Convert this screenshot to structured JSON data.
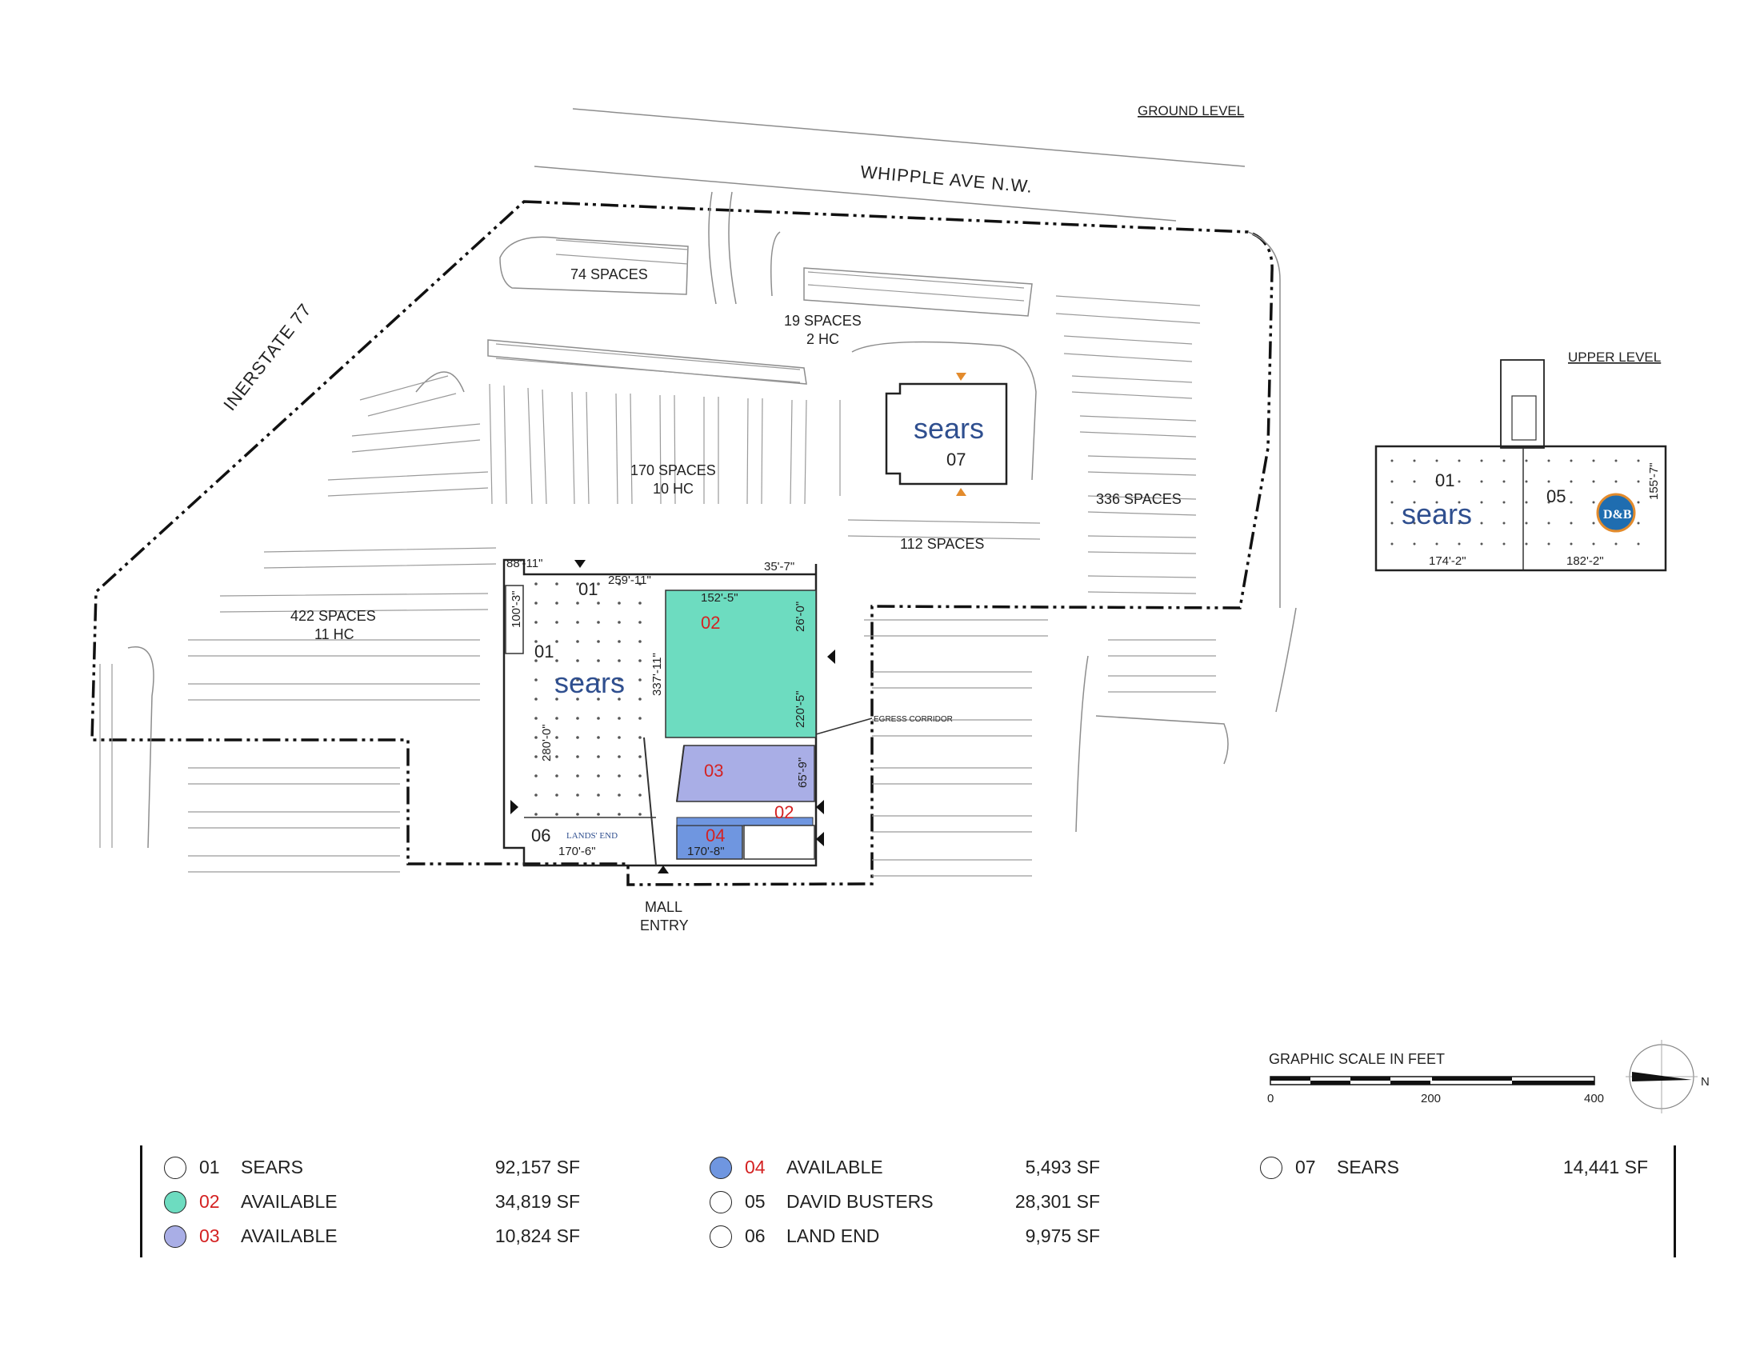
{
  "labels": {
    "ground_level": "GROUND LEVEL",
    "upper_level": "UPPER LEVEL",
    "street": "WHIPPLE AVE N.W.",
    "interstate": "INERSTATE 77",
    "mall_entry_1": "MALL",
    "mall_entry_2": "ENTRY",
    "egress": "EGRESS CORRIDOR",
    "scale_title": "GRAPHIC SCALE IN FEET",
    "scale_0": "0",
    "scale_200": "200",
    "scale_400": "400",
    "north": "N"
  },
  "parking": {
    "p74": "74 SPACES",
    "p19a": "19 SPACES",
    "p19b": "2 HC",
    "p170a": "170 SPACES",
    "p170b": "10 HC",
    "p336": "336 SPACES",
    "p112": "112 SPACES",
    "p422a": "422 SPACES",
    "p422b": "11 HC"
  },
  "dimensions": {
    "d1": "88'-11\"",
    "d2": "259'-11\"",
    "d3": "35'-7\"",
    "d4": "152'-5\"",
    "d5": "26'-0\"",
    "d6": "337'-11\"",
    "d7": "220'-5\"",
    "d8": "100'-3\"",
    "d9": "280'-0\"",
    "d10": "65'-9\"",
    "d11": "170'-6\"",
    "d12": "170'-8\"",
    "u1": "174'-2\"",
    "u2": "182'-2\"",
    "u3": "155'-7\""
  },
  "map_units": {
    "u01a": "01",
    "u01b": "01",
    "u02a": "02",
    "u02b": "02",
    "u03": "03",
    "u04": "04",
    "u06": "06",
    "u07": "07",
    "sears_main": "sears",
    "sears_small": "sears",
    "lands_end": "LANDS' END",
    "upper_01": "01",
    "upper_05": "05",
    "upper_sears": "sears",
    "dnb": "D&B"
  },
  "colors": {
    "unit_02": "#6ddcc0",
    "unit_03": "#a9aee6",
    "unit_04": "#6f96e0",
    "available_text": "#d42222"
  },
  "legend": [
    {
      "num": "01",
      "name": "SEARS",
      "sf": "92,157 SF",
      "color": "#ffffff",
      "red": false
    },
    {
      "num": "02",
      "name": "AVAILABLE",
      "sf": "34,819 SF",
      "color": "#6ddcc0",
      "red": true
    },
    {
      "num": "03",
      "name": "AVAILABLE",
      "sf": "10,824 SF",
      "color": "#a9aee6",
      "red": true
    },
    {
      "num": "04",
      "name": "AVAILABLE",
      "sf": "5,493 SF",
      "color": "#6f96e0",
      "red": true
    },
    {
      "num": "05",
      "name": "DAVID BUSTERS",
      "sf": "28,301 SF",
      "color": "#ffffff",
      "red": false
    },
    {
      "num": "06",
      "name": "LAND END",
      "sf": "9,975 SF",
      "color": "#ffffff",
      "red": false
    },
    {
      "num": "07",
      "name": "SEARS",
      "sf": "14,441 SF",
      "color": "#ffffff",
      "red": false
    }
  ]
}
